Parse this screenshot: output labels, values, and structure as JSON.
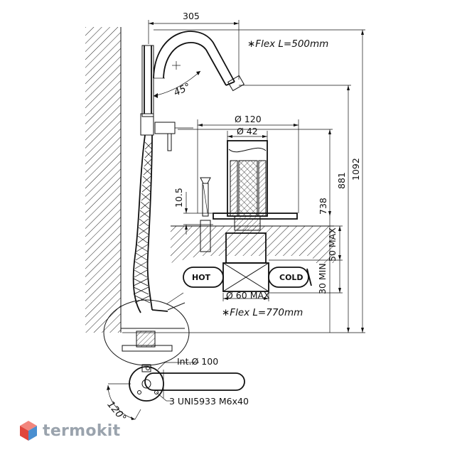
{
  "dimensions": {
    "width_top": "305",
    "flex_spout": "∗Flex  L=500mm",
    "angle_45": "45°",
    "dia_120": "Ø 120",
    "dia_42": "Ø 42",
    "h_10_5": "10.5",
    "h_738": "738",
    "h_881": "881",
    "h_1092": "1092",
    "max_50": "50 MAX",
    "min_30": "30 MIN",
    "dia_60": "Ø 60 MAX",
    "flex_hose": "∗Flex  L=770mm",
    "int_100": "Int.Ø 100",
    "screws": "3  UNI5933  M6x40",
    "angle_120": "120°"
  },
  "labels": {
    "hot": "HOT",
    "cold": "COLD"
  },
  "brand": {
    "name": "termokit",
    "logo_icon": "cube-logo-icon",
    "colors": {
      "red": "#e0463c",
      "blue": "#4a8fd0",
      "text": "#9aa3ad"
    }
  }
}
